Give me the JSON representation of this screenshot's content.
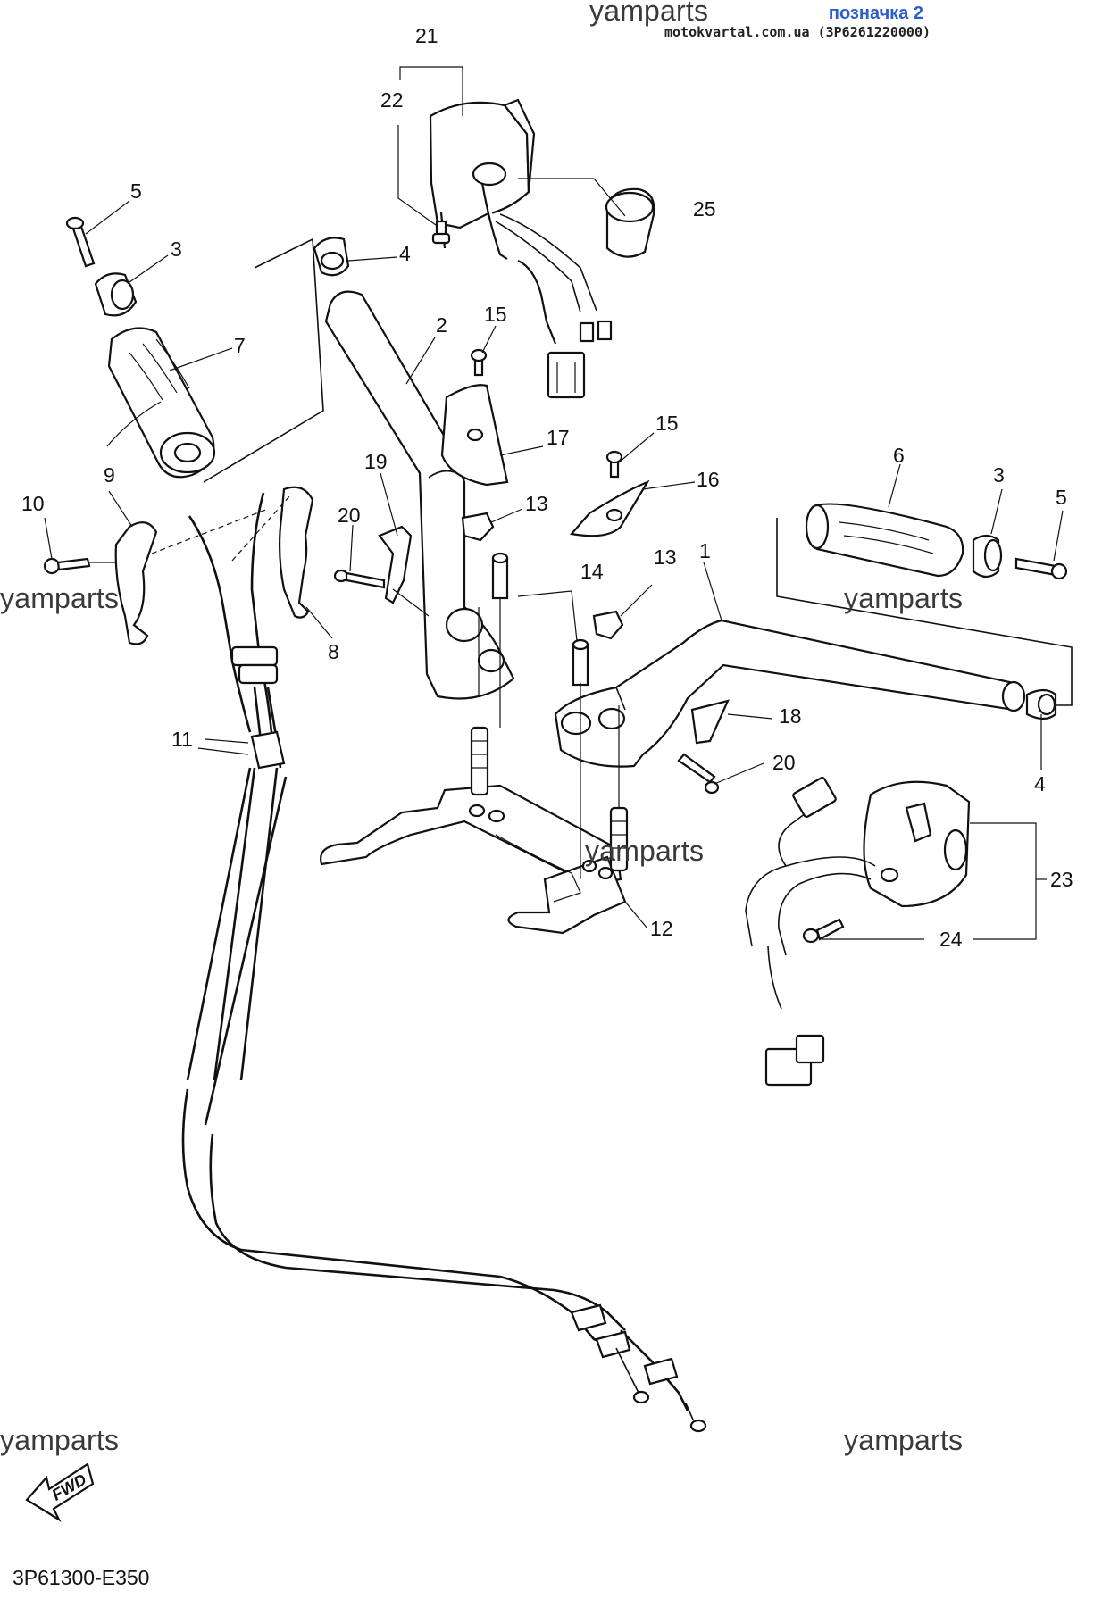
{
  "header": {
    "label": "позначка 2",
    "site": "motokvartal.com.ua (3P6261220000)"
  },
  "watermarks": [
    "yamparts",
    "yamparts",
    "yamparts",
    "yamparts",
    "yamparts",
    "yamparts"
  ],
  "diagram_code": "3P61300-E350",
  "fwd_label": "FWD",
  "callouts": [
    {
      "id": "c21",
      "text": "21"
    },
    {
      "id": "c22",
      "text": "22"
    },
    {
      "id": "c25",
      "text": "25"
    },
    {
      "id": "c5a",
      "text": "5"
    },
    {
      "id": "c3a",
      "text": "3"
    },
    {
      "id": "c4a",
      "text": "4"
    },
    {
      "id": "c2",
      "text": "2"
    },
    {
      "id": "c15a",
      "text": "15"
    },
    {
      "id": "c7",
      "text": "7"
    },
    {
      "id": "c17",
      "text": "17"
    },
    {
      "id": "c19",
      "text": "19"
    },
    {
      "id": "c15b",
      "text": "15"
    },
    {
      "id": "c9",
      "text": "9"
    },
    {
      "id": "c10",
      "text": "10"
    },
    {
      "id": "c6",
      "text": "6"
    },
    {
      "id": "c3b",
      "text": "3"
    },
    {
      "id": "c5b",
      "text": "5"
    },
    {
      "id": "c16",
      "text": "16"
    },
    {
      "id": "c13a",
      "text": "13"
    },
    {
      "id": "c20a",
      "text": "20"
    },
    {
      "id": "c13b",
      "text": "13"
    },
    {
      "id": "c1",
      "text": "1"
    },
    {
      "id": "c14",
      "text": "14"
    },
    {
      "id": "c8",
      "text": "8"
    },
    {
      "id": "c11",
      "text": "11"
    },
    {
      "id": "c18",
      "text": "18"
    },
    {
      "id": "c20b",
      "text": "20"
    },
    {
      "id": "c4b",
      "text": "4"
    },
    {
      "id": "c23",
      "text": "23"
    },
    {
      "id": "c12",
      "text": "12"
    },
    {
      "id": "c24",
      "text": "24"
    }
  ]
}
